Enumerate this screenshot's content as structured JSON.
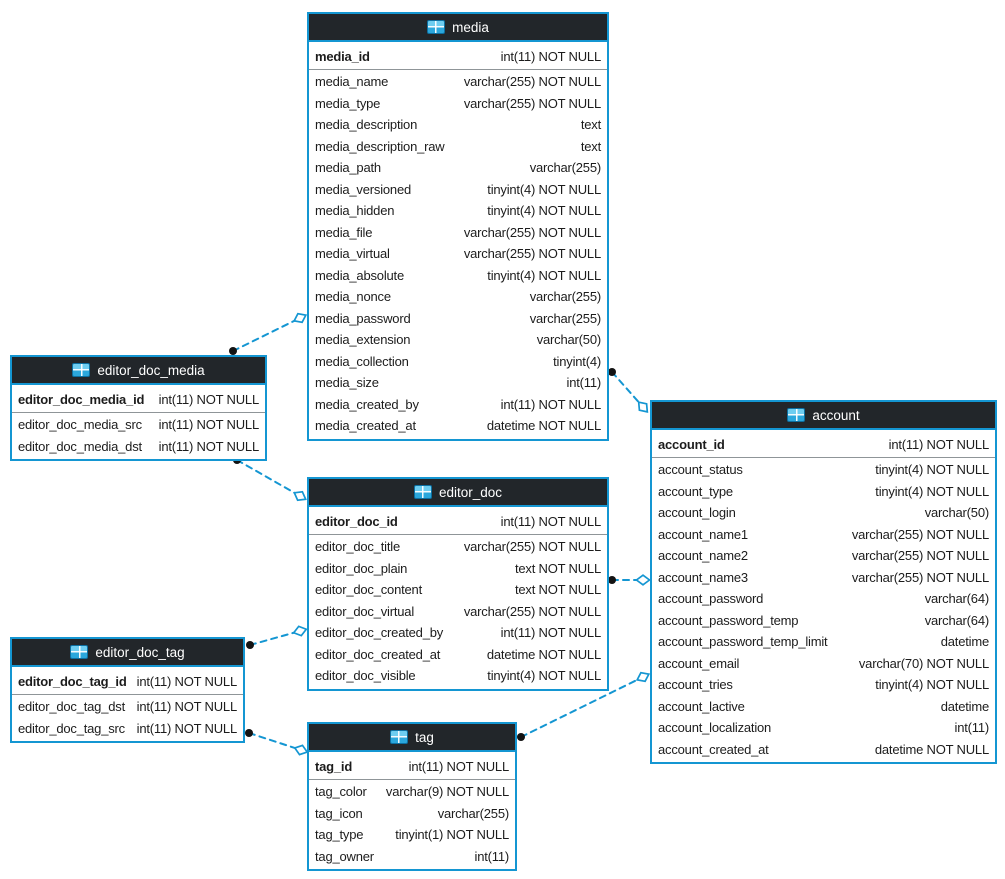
{
  "diagram": {
    "colors": {
      "accent_blue": "#1496d2",
      "header_background": "#22262a",
      "header_text": "#ffffff",
      "row_text": "#1c1c1c",
      "table_background": "#ffffff",
      "pk_divider": "#8f9598",
      "connector_dot": "#131313"
    },
    "tables": [
      {
        "id": "media",
        "title": "media",
        "columns": [
          {
            "name": "media_id",
            "type": "int(11) NOT NULL",
            "pk": true
          },
          {
            "name": "media_name",
            "type": "varchar(255) NOT NULL"
          },
          {
            "name": "media_type",
            "type": "varchar(255) NOT NULL"
          },
          {
            "name": "media_description",
            "type": "text"
          },
          {
            "name": "media_description_raw",
            "type": "text"
          },
          {
            "name": "media_path",
            "type": "varchar(255)"
          },
          {
            "name": "media_versioned",
            "type": "tinyint(4) NOT NULL"
          },
          {
            "name": "media_hidden",
            "type": "tinyint(4) NOT NULL"
          },
          {
            "name": "media_file",
            "type": "varchar(255) NOT NULL"
          },
          {
            "name": "media_virtual",
            "type": "varchar(255) NOT NULL"
          },
          {
            "name": "media_absolute",
            "type": "tinyint(4) NOT NULL"
          },
          {
            "name": "media_nonce",
            "type": "varchar(255)"
          },
          {
            "name": "media_password",
            "type": "varchar(255)"
          },
          {
            "name": "media_extension",
            "type": "varchar(50)"
          },
          {
            "name": "media_collection",
            "type": "tinyint(4)"
          },
          {
            "name": "media_size",
            "type": "int(11)"
          },
          {
            "name": "media_created_by",
            "type": "int(11) NOT NULL"
          },
          {
            "name": "media_created_at",
            "type": "datetime NOT NULL"
          }
        ]
      },
      {
        "id": "editor_doc_media",
        "title": "editor_doc_media",
        "columns": [
          {
            "name": "editor_doc_media_id",
            "type": "int(11) NOT NULL",
            "pk": true
          },
          {
            "name": "editor_doc_media_src",
            "type": "int(11) NOT NULL"
          },
          {
            "name": "editor_doc_media_dst",
            "type": "int(11) NOT NULL"
          }
        ]
      },
      {
        "id": "editor_doc",
        "title": "editor_doc",
        "columns": [
          {
            "name": "editor_doc_id",
            "type": "int(11) NOT NULL",
            "pk": true
          },
          {
            "name": "editor_doc_title",
            "type": "varchar(255) NOT NULL"
          },
          {
            "name": "editor_doc_plain",
            "type": "text NOT NULL"
          },
          {
            "name": "editor_doc_content",
            "type": "text NOT NULL"
          },
          {
            "name": "editor_doc_virtual",
            "type": "varchar(255) NOT NULL"
          },
          {
            "name": "editor_doc_created_by",
            "type": "int(11) NOT NULL"
          },
          {
            "name": "editor_doc_created_at",
            "type": "datetime NOT NULL"
          },
          {
            "name": "editor_doc_visible",
            "type": "tinyint(4) NOT NULL"
          }
        ]
      },
      {
        "id": "editor_doc_tag",
        "title": "editor_doc_tag",
        "columns": [
          {
            "name": "editor_doc_tag_id",
            "type": "int(11) NOT NULL",
            "pk": true
          },
          {
            "name": "editor_doc_tag_dst",
            "type": "int(11) NOT NULL"
          },
          {
            "name": "editor_doc_tag_src",
            "type": "int(11) NOT NULL"
          }
        ]
      },
      {
        "id": "tag",
        "title": "tag",
        "columns": [
          {
            "name": "tag_id",
            "type": "int(11) NOT NULL",
            "pk": true
          },
          {
            "name": "tag_color",
            "type": "varchar(9) NOT NULL"
          },
          {
            "name": "tag_icon",
            "type": "varchar(255)"
          },
          {
            "name": "tag_type",
            "type": "tinyint(1) NOT NULL"
          },
          {
            "name": "tag_owner",
            "type": "int(11)"
          }
        ]
      },
      {
        "id": "account",
        "title": "account",
        "columns": [
          {
            "name": "account_id",
            "type": "int(11) NOT NULL",
            "pk": true
          },
          {
            "name": "account_status",
            "type": "tinyint(4) NOT NULL"
          },
          {
            "name": "account_type",
            "type": "tinyint(4) NOT NULL"
          },
          {
            "name": "account_login",
            "type": "varchar(50)"
          },
          {
            "name": "account_name1",
            "type": "varchar(255) NOT NULL"
          },
          {
            "name": "account_name2",
            "type": "varchar(255) NOT NULL"
          },
          {
            "name": "account_name3",
            "type": "varchar(255) NOT NULL"
          },
          {
            "name": "account_password",
            "type": "varchar(64)"
          },
          {
            "name": "account_password_temp",
            "type": "varchar(64)"
          },
          {
            "name": "account_password_temp_limit",
            "type": "datetime"
          },
          {
            "name": "account_email",
            "type": "varchar(70) NOT NULL"
          },
          {
            "name": "account_tries",
            "type": "tinyint(4) NOT NULL"
          },
          {
            "name": "account_lactive",
            "type": "datetime"
          },
          {
            "name": "account_localization",
            "type": "int(11)"
          },
          {
            "name": "account_created_at",
            "type": "datetime NOT NULL"
          }
        ]
      }
    ],
    "connectors": [
      {
        "from": "editor_doc_media",
        "to": "media",
        "dot": [
          233,
          351
        ],
        "diamond": [
          300,
          318
        ]
      },
      {
        "from": "editor_doc_media",
        "to": "editor_doc",
        "dot": [
          237,
          460
        ],
        "diamond": [
          300,
          496
        ]
      },
      {
        "from": "media",
        "to": "account",
        "dot": [
          612,
          372
        ],
        "diamond": [
          643,
          407
        ]
      },
      {
        "from": "editor_doc",
        "to": "account",
        "dot": [
          612,
          580
        ],
        "diamond": [
          643,
          580
        ]
      },
      {
        "from": "editor_doc_tag",
        "to": "editor_doc",
        "dot": [
          250,
          645
        ],
        "diamond": [
          300,
          631
        ]
      },
      {
        "from": "editor_doc_tag",
        "to": "tag",
        "dot": [
          249,
          733
        ],
        "diamond": [
          301,
          750
        ]
      },
      {
        "from": "tag",
        "to": "account",
        "dot": [
          521,
          737
        ],
        "diamond": [
          643,
          677
        ]
      }
    ]
  }
}
